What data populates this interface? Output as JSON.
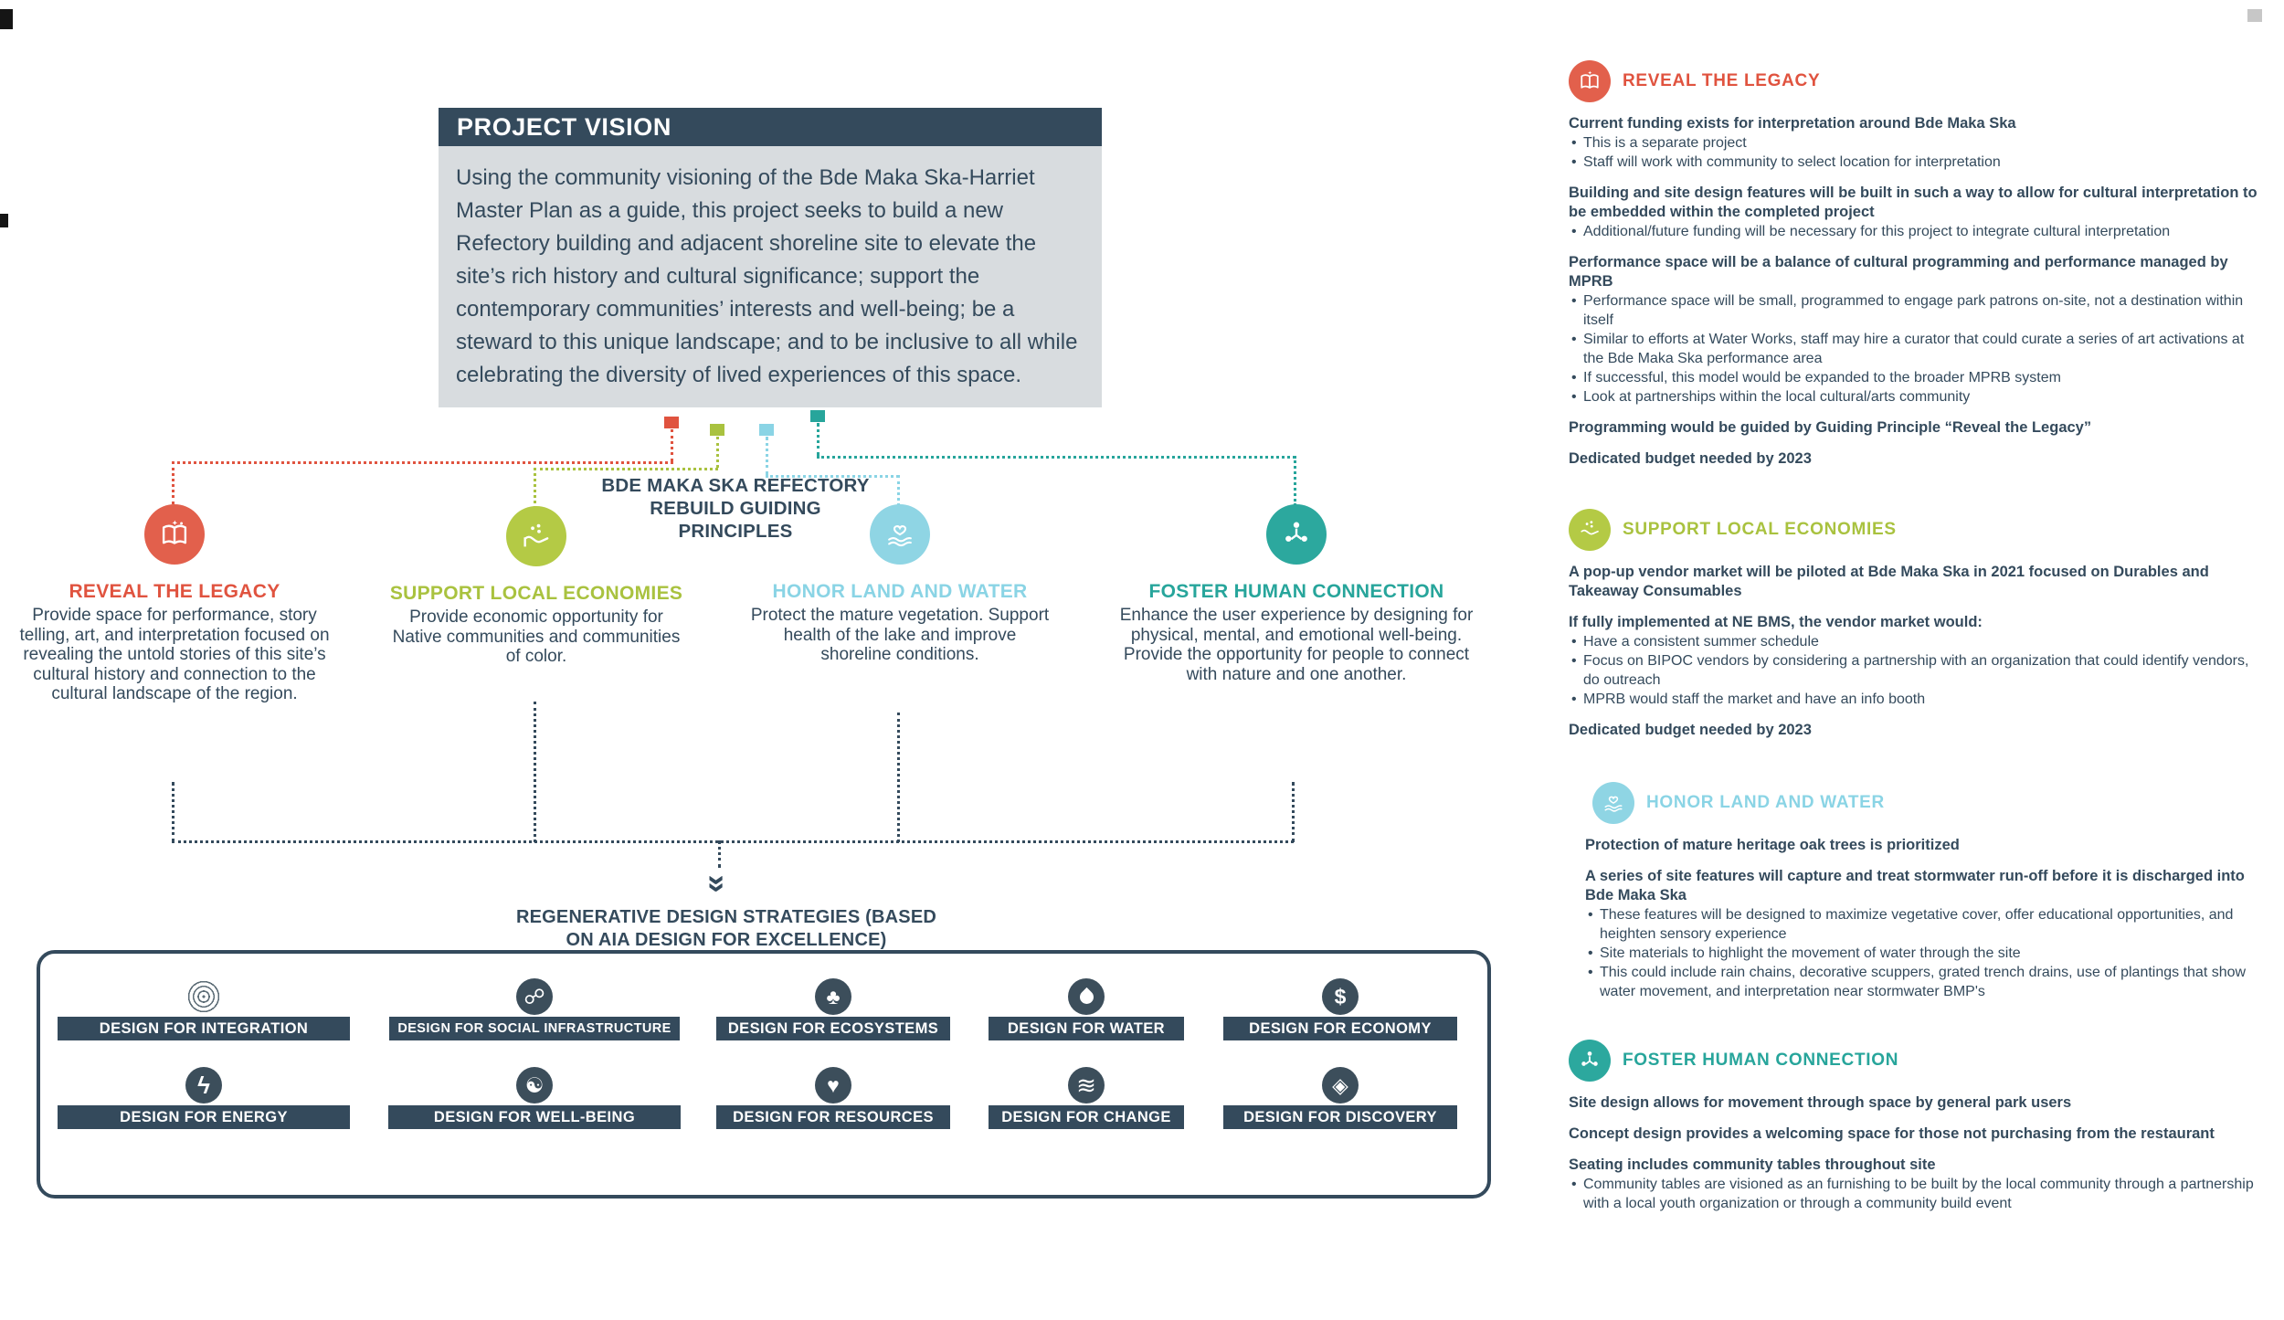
{
  "colors": {
    "navy": "#344a5c",
    "red": "#e0533f",
    "green": "#a9c23f",
    "light_blue": "#8ad4e5",
    "teal": "#27a59b",
    "body_gray": "#d8dcdf"
  },
  "project_vision": {
    "title": "PROJECT VISION",
    "body": "Using the community visioning of the Bde Maka Ska-Harriet Master Plan as a guide, this project seeks to build a new Refectory building and adjacent shoreline site to elevate the site’s rich history and cultural significance; support the contemporary communities’ interests and well-being; be a steward to this unique landscape; and to be inclusive to all while celebrating the diversity of lived experiences of this space."
  },
  "diagram": {
    "center_label_lines": [
      "BDE MAKA SKA REFECTORY",
      "REBUILD GUIDING",
      "PRINCIPLES"
    ],
    "principles": [
      {
        "title": "REVEAL THE LEGACY",
        "color": "#e0533f",
        "icon": "book-sparkle-icon",
        "description": "Provide space for performance, story telling, art, and interpretation focused on revealing the untold stories of this site’s cultural history and connection to the cultural landscape of the region."
      },
      {
        "title": "SUPPORT LOCAL ECONOMIES",
        "color": "#a9c23f",
        "icon": "hand-coins-icon",
        "description": "Provide economic opportunity for Native communities and communities of color."
      },
      {
        "title": "HONOR LAND AND WATER",
        "color": "#8ad4e5",
        "icon": "heart-waves-icon",
        "description": "Protect the mature vegetation.  Support health of the lake and improve shoreline conditions."
      },
      {
        "title": "FOSTER HUMAN CONNECTION",
        "color": "#27a59b",
        "icon": "people-connection-icon",
        "description": "Enhance the user experience by designing for physical, mental, and emotional well-being.  Provide the opportunity for people to connect with nature and one another."
      }
    ],
    "strategies_heading_lines": [
      "REGENERATIVE DESIGN STRATEGIES (BASED",
      "ON AIA DESIGN FOR EXCELLENCE)"
    ],
    "strategies": [
      {
        "label": "DESIGN FOR  INTEGRATION",
        "icon": "fingerprint-icon"
      },
      {
        "label": "DESIGN FOR SOCIAL INFRASTRUCTURE",
        "icon": "social-network-icon"
      },
      {
        "label": "DESIGN FOR ECOSYSTEMS",
        "icon": "plants-icon"
      },
      {
        "label": "DESIGN FOR WATER",
        "icon": "water-drop-icon"
      },
      {
        "label": "DESIGN FOR ECONOMY",
        "icon": "economy-icon"
      },
      {
        "label": "DESIGN FOR ENERGY",
        "icon": "energy-bolt-icon"
      },
      {
        "label": "DESIGN FOR WELL-BEING",
        "icon": "wellbeing-icon"
      },
      {
        "label": "DESIGN FOR RESOURCES",
        "icon": "heart-hand-icon"
      },
      {
        "label": "DESIGN FOR CHANGE",
        "icon": "change-waves-icon"
      },
      {
        "label": "DESIGN FOR DISCOVERY",
        "icon": "discovery-icon"
      }
    ]
  },
  "right_panel": {
    "sections": [
      {
        "title": "REVEAL THE LEGACY",
        "color": "#e0533f",
        "icon": "book-sparkle-icon",
        "blocks": [
          {
            "heading": "Current funding exists for interpretation around Bde Maka Ska",
            "bullets": [
              "This is a separate project",
              "Staff will work with community to select location for interpretation"
            ]
          },
          {
            "heading": "Building and site design features will be built in such a way to allow for cultural interpretation to be embedded within the completed project",
            "bullets": [
              "Additional/future funding will be necessary for this project to integrate cultural interpretation"
            ]
          },
          {
            "heading": "Performance space will be a balance of cultural programming and performance managed by MPRB",
            "bullets": [
              "Performance space will be small, programmed to engage park patrons on-site, not a destination within itself",
              "Similar to efforts at Water Works, staff may hire a curator that could curate a series of art activations at the Bde Maka Ska performance area",
              "If successful, this model would be expanded to the broader MPRB system",
              "Look at partnerships within the local cultural/arts community"
            ]
          },
          {
            "heading": "Programming would be guided by Guiding Principle “Reveal the Legacy”",
            "bullets": []
          },
          {
            "heading": "Dedicated budget needed by 2023",
            "bullets": []
          }
        ]
      },
      {
        "title": "SUPPORT LOCAL ECONOMIES",
        "color": "#a9c23f",
        "icon": "hand-coins-icon",
        "blocks": [
          {
            "heading": "A pop-up vendor market will be piloted at Bde Maka Ska in 2021 focused on Durables and Takeaway Consumables",
            "bullets": []
          },
          {
            "heading": "If fully implemented at NE BMS, the vendor market would:",
            "bullets": [
              "Have a consistent summer schedule",
              "Focus on BIPOC vendors by considering a partnership with an organization that could identify vendors, do outreach",
              "MPRB would staff the market and have an info booth"
            ]
          },
          {
            "heading": "Dedicated budget needed by 2023",
            "bullets": []
          }
        ]
      },
      {
        "title": "HONOR LAND AND WATER",
        "color": "#8ad4e5",
        "icon": "heart-waves-icon",
        "blocks": [
          {
            "heading": "Protection of mature heritage oak trees is prioritized",
            "bullets": []
          },
          {
            "heading": "A series of site features will capture and treat stormwater run-off before it is discharged into Bde Maka Ska",
            "bullets": [
              "These features will be designed to maximize vegetative cover, offer educational opportunities, and heighten sensory experience",
              "Site materials to highlight the movement of water through the site",
              "This could include rain chains, decorative scuppers, grated trench drains, use of plantings that show water movement, and interpretation near stormwater BMP's"
            ]
          }
        ]
      },
      {
        "title": "FOSTER HUMAN CONNECTION",
        "color": "#27a59b",
        "icon": "people-connection-icon",
        "blocks": [
          {
            "heading": "Site design allows for movement through space by general park users",
            "bullets": []
          },
          {
            "heading": "Concept design provides a welcoming space for those not purchasing from the restaurant",
            "bullets": []
          },
          {
            "heading": "Seating includes community tables throughout site",
            "bullets": [
              "Community tables are visioned as an furnishing to be built by the local community through a partnership with a local youth organization or through a community build event"
            ]
          }
        ]
      }
    ]
  }
}
